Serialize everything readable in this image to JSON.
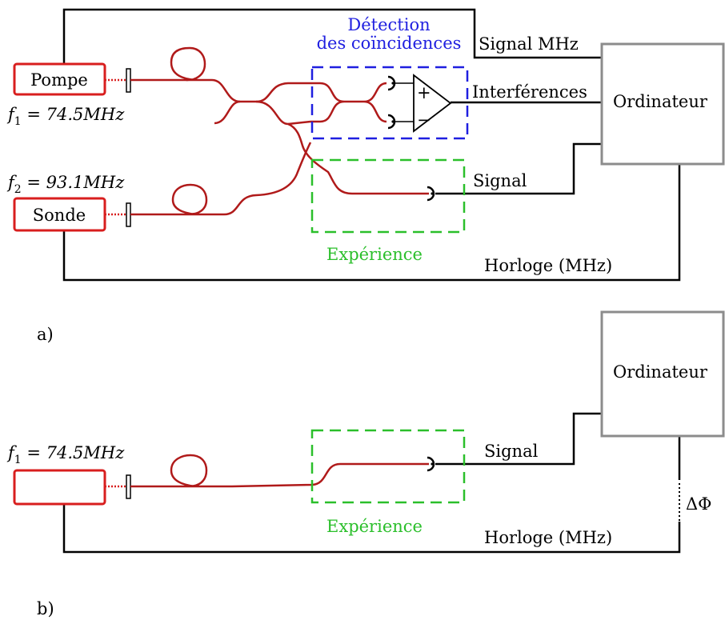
{
  "panel_a": {
    "label": "a)",
    "pump_label": "Pompe",
    "probe_label": "Sonde",
    "f1_label": "f",
    "f1_sub": "1",
    "f1_value": " = 74.5MHz",
    "f2_label": "f",
    "f2_sub": "2",
    "f2_value": " = 93.1MHz",
    "detection_line1": "Détection",
    "detection_line2": "des coïncidences",
    "plus": "+",
    "minus": "−",
    "signal_mhz": "Signal MHz",
    "interferences": "Interférences",
    "signal": "Signal",
    "experience": "Expérience",
    "clock": "Horloge (MHz)",
    "computer": "Ordinateur"
  },
  "panel_b": {
    "label": "b)",
    "f1_label": "f",
    "f1_sub": "1",
    "f1_value": " = 74.5MHz",
    "signal": "Signal",
    "experience": "Expérience",
    "clock": "Horloge (MHz)",
    "computer": "Ordinateur",
    "phase": "ΔΦ"
  },
  "colors": {
    "fiber": "#b01a1a",
    "laser_box": "#d81e1e",
    "detection_box": "#1f1fe0",
    "experience_box": "#2bbf2b",
    "computer_box": "#8c8c8c"
  }
}
